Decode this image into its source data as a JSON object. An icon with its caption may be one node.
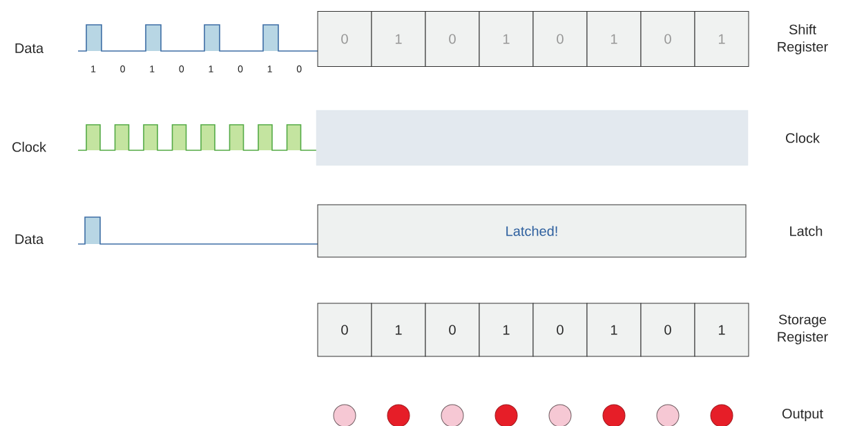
{
  "diagram": {
    "nodes": [
      {
        "text": [
          "0"
        ]
      },
      {
        "text": [
          "1"
        ]
      },
      {
        "text": [
          "0"
        ]
      },
      {
        "text": [
          "1"
        ]
      },
      {
        "text": [
          "0"
        ]
      },
      {
        "text": [
          "1"
        ]
      },
      {
        "text": [
          "0"
        ]
      },
      {
        "text": [
          "1"
        ]
      },
      {
        "text": [],
        "shape": "bar"
      },
      {
        "text": [
          "Latched!"
        ]
      },
      {
        "text": [
          "0"
        ]
      },
      {
        "text": [
          "1"
        ]
      },
      {
        "text": [
          "0"
        ]
      },
      {
        "text": [
          "1"
        ]
      },
      {
        "text": [
          "0"
        ]
      },
      {
        "text": [
          "1"
        ]
      },
      {
        "text": [
          "0"
        ]
      },
      {
        "text": [
          "1"
        ]
      },
      {
        "text": [],
        "shape": "circle"
      },
      {
        "text": [],
        "shape": "circle"
      },
      {
        "text": [],
        "shape": "circle"
      },
      {
        "text": [],
        "shape": "circle"
      },
      {
        "text": [],
        "shape": "circle"
      },
      {
        "text": [],
        "shape": "circle"
      },
      {
        "text": [],
        "shape": "circle"
      },
      {
        "text": [],
        "shape": "circle"
      }
    ],
    "labels": [
      "Data",
      "1",
      "0",
      "1",
      "0",
      "1",
      "0",
      "1",
      "0",
      "Shift Register",
      "Clock",
      "Clock",
      "Data",
      "Latch",
      "Storage Register",
      "Output"
    ]
  }
}
